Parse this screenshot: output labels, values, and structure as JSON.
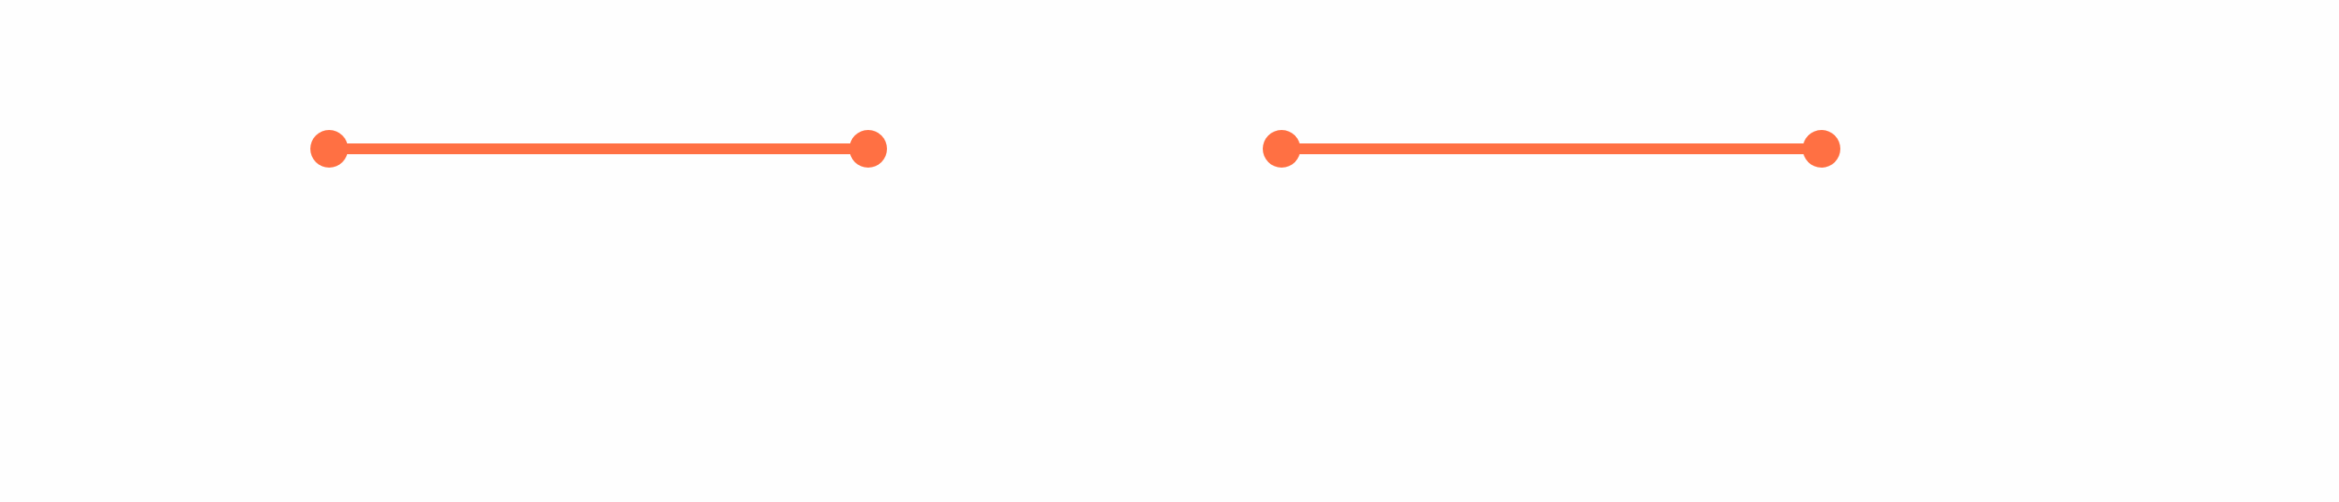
{
  "style": {
    "background": "#fefefe",
    "accent": "#ff7043"
  },
  "segments": [
    {
      "name": "segment-left",
      "endpoints": [
        "endpoint-left-start",
        "endpoint-left-end"
      ]
    },
    {
      "name": "segment-right",
      "endpoints": [
        "endpoint-right-start",
        "endpoint-right-end"
      ]
    }
  ]
}
